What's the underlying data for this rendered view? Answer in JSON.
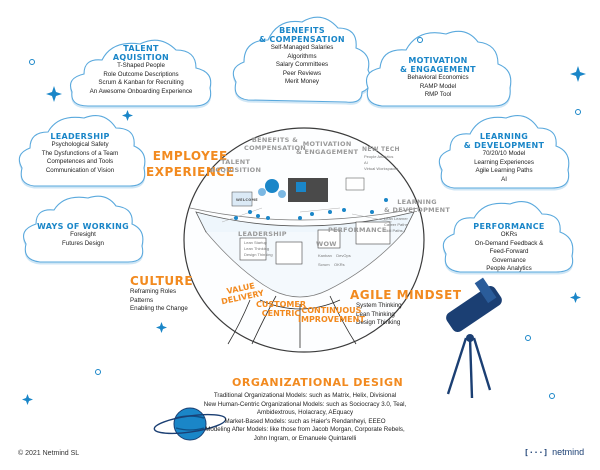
{
  "clouds": {
    "talent": {
      "title": "TALENT\nAQUISITION",
      "items": [
        "T-Shaped People",
        "Role Outcome Descriptions",
        "Scrum & Kanban for Recruiting",
        "An Awesome Onboarding Experience"
      ]
    },
    "benefits": {
      "title": "BENEFITS\n& COMPENSATION",
      "items": [
        "Self-Managed Salaries",
        "Algorithms",
        "Salary Committees",
        "Peer Reviews",
        "Merit Money"
      ]
    },
    "motivation": {
      "title": "MOTIVATION\n& ENGAGEMENT",
      "items": [
        "Behavioral Economics",
        "RAMP Model",
        "RMP Tool"
      ]
    },
    "leadership": {
      "title": "LEADERSHIP",
      "items": [
        "Psychological Safety",
        "The Dysfunctions of a Team",
        "Competences and Tools",
        "Communication of Vision"
      ]
    },
    "learning": {
      "title": "LEARNING\n& DEVELOPMENT",
      "items": [
        "70/20/10 Model",
        "Learning Experiences",
        "Agile Learning Paths",
        "AI"
      ]
    },
    "ways": {
      "title": "WAYS OF WORKING",
      "items": [
        "Foresight",
        "Futures Design"
      ]
    },
    "performance": {
      "title": "PERFORMANCE",
      "items": [
        "OKRs",
        "On-Demand Feedback &",
        "Feed-Forward",
        "Governance",
        "People Analytics"
      ]
    }
  },
  "employee_experience": "EMPLOYEE\nEXPERIENCE",
  "culture": {
    "title": "CULTURE",
    "items": [
      "Reframing Roles",
      "Patterns",
      "Enabling the Change"
    ]
  },
  "agile": {
    "title": "AGILE MINDSET",
    "items": [
      "System Thinking",
      "Lean Thinking",
      "Design Thinking"
    ]
  },
  "globe_labels": {
    "talent": "TALENT\nACQUISITION",
    "benefits": "BENEFITS &\nCOMPENSATION",
    "motivation": "MOTIVATION\n& ENGAGEMENT",
    "newtech": "NEW TECH",
    "learning": "LEARNING\n& DEVELOPMENT",
    "leadership": "LEADERSHIP",
    "performance": "PERFORMANCE",
    "wow": "WOW",
    "value": "VALUE\nDELIVERY",
    "customer": "CUSTOMER\nCENTRIC",
    "continuous": "CONTINUOUS\nIMPROVEMENT",
    "welcome": "WELCOME"
  },
  "globe_small": {
    "newtech": [
      "People Analytics",
      "AI",
      "Virtual Workspaces"
    ],
    "leadership": [
      "Lean Startup",
      "Lean Thinking",
      "Design Thinking"
    ],
    "wow": [
      "Kanban",
      "DevOps",
      "Scrum",
      "OKRs"
    ],
    "learning": [
      "Lean Learner",
      "Career Paths",
      "Skill Paths"
    ]
  },
  "org_design": {
    "title": "ORGANIZATIONAL DESIGN",
    "lines": [
      "Traditional Organizational Models: such as Matrix, Helix, Divisional",
      "New Human-Centric Organizational Models: such as Sociocracy 3.0, Teal,",
      "Ambidextrous, Holacracy, AEquacy",
      "Market-Based Models: such as Haier's Rendanheyi, EEEO",
      "Modeling After Models: like those from Jacob Morgan, Corporate Rebels,",
      "John Ingram, or Emanuele Quintarelli"
    ]
  },
  "footer": {
    "copyright": "© 2021 Netmind SL",
    "logo": "netmind"
  },
  "colors": {
    "blue": "#1a86c8",
    "orange": "#f28a1f",
    "grey": "#9a9a9a",
    "navy": "#1b3f73"
  }
}
